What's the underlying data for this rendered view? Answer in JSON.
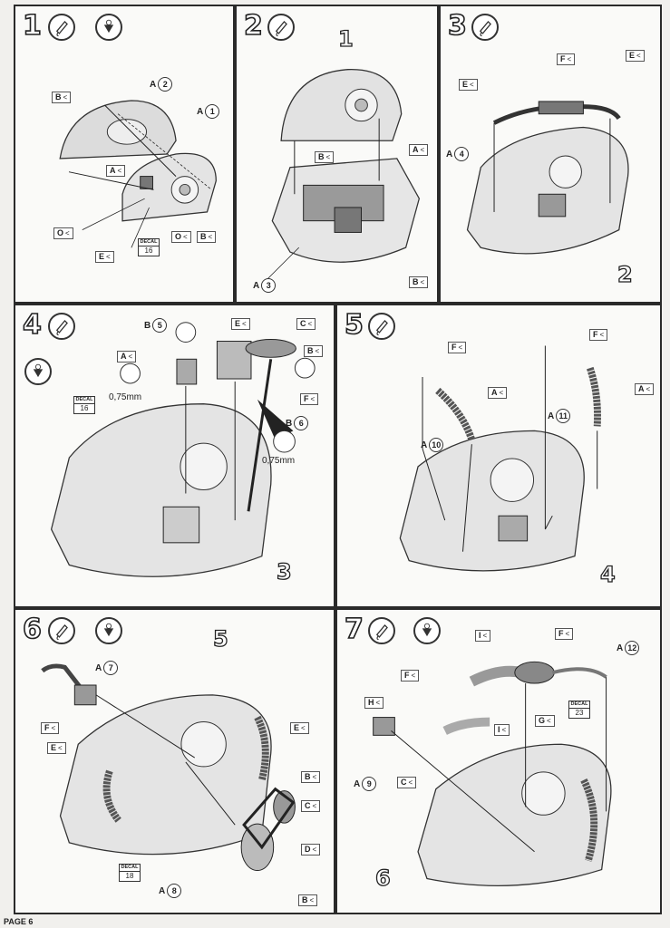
{
  "page_label": "PAGE 6",
  "steps": [
    {
      "number": "1",
      "flags": [
        "B",
        "A",
        "O",
        "E",
        "O",
        "B"
      ],
      "parts": [
        "2",
        "1"
      ],
      "decal": {
        "label": "DECAL",
        "number": "16"
      }
    },
    {
      "number": "2",
      "ref": "1",
      "flags": [
        "B",
        "A",
        "B"
      ],
      "parts": [
        "3"
      ]
    },
    {
      "number": "3",
      "ref": "2",
      "flags": [
        "E",
        "F",
        "E"
      ],
      "parts": [
        "4"
      ]
    },
    {
      "number": "4",
      "ref": "3",
      "flags": [
        "A",
        "E",
        "C",
        "B",
        "F"
      ],
      "parts": [
        "5",
        "6"
      ],
      "measure_1": "0,75mm",
      "measure_2": "0,75mm",
      "decal": {
        "label": "DECAL",
        "number": "16"
      }
    },
    {
      "number": "5",
      "ref": "4",
      "flags": [
        "F",
        "A",
        "F",
        "A"
      ],
      "parts": [
        "10",
        "11"
      ]
    },
    {
      "number": "6",
      "ref": "5",
      "flags": [
        "F",
        "E",
        "E",
        "B",
        "C",
        "D",
        "B"
      ],
      "parts": [
        "7",
        "8"
      ],
      "decal": {
        "label": "DECAL",
        "number": "18"
      }
    },
    {
      "number": "7",
      "ref": "6",
      "flags": [
        "I",
        "F",
        "F",
        "H",
        "C",
        "I",
        "G"
      ],
      "parts": [
        "12",
        "9"
      ],
      "decal": {
        "label": "DECAL",
        "number": "23"
      }
    }
  ]
}
